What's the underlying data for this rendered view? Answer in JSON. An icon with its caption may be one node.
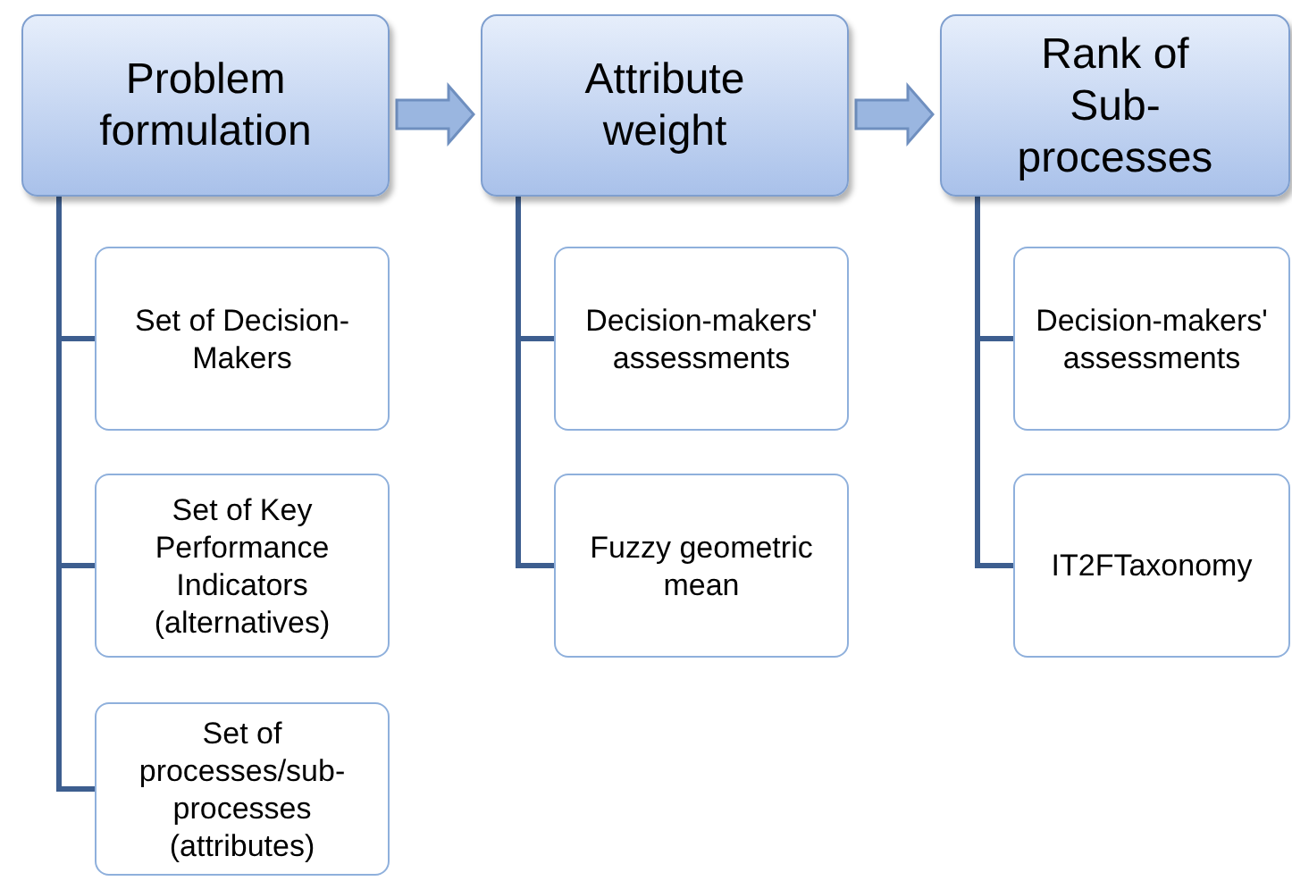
{
  "diagram": {
    "nodes": [
      {
        "text": [
          "Problem formulation"
        ]
      },
      {
        "text": [
          "Attribute weight"
        ]
      },
      {
        "text": [
          "Rank of Sub-processes"
        ]
      },
      {
        "text": [
          "Set of Decision-Makers"
        ]
      },
      {
        "text": [
          "Set of Key Performance Indicators (alternatives)"
        ]
      },
      {
        "text": [
          "Set of processes/sub-processes (attributes)"
        ]
      },
      {
        "text": [
          "Decision-makers' assessments"
        ]
      },
      {
        "text": [
          "Fuzzy geometric mean"
        ]
      },
      {
        "text": [
          "Decision-makers' assessments"
        ]
      },
      {
        "text": [
          "IT2FTaxonomy"
        ]
      }
    ],
    "edges": [
      {
        "from": 0,
        "to": 1,
        "arrow": "to",
        "style": "thick"
      },
      {
        "from": 1,
        "to": 2,
        "arrow": "to",
        "style": "thick"
      },
      {
        "from": 0,
        "to": 3,
        "arrow": "none"
      },
      {
        "from": 0,
        "to": 4,
        "arrow": "none"
      },
      {
        "from": 0,
        "to": 5,
        "arrow": "none"
      },
      {
        "from": 1,
        "to": 6,
        "arrow": "none"
      },
      {
        "from": 1,
        "to": 7,
        "arrow": "none"
      },
      {
        "from": 2,
        "to": 8,
        "arrow": "none"
      },
      {
        "from": 2,
        "to": 9,
        "arrow": "none"
      }
    ]
  }
}
